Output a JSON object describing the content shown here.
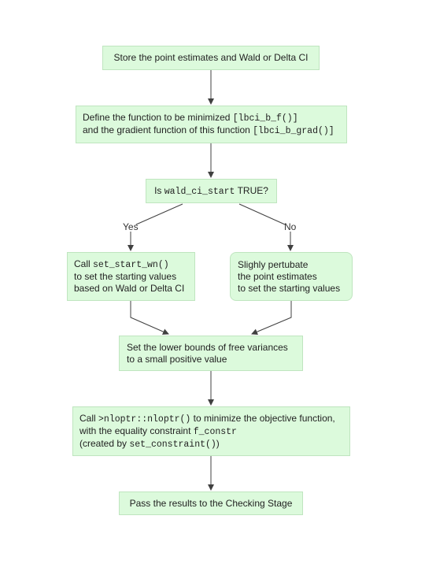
{
  "nodes": {
    "store": {
      "line1": "Store the point estimates and Wald or Delta CI"
    },
    "define": {
      "line1_prefix": "Define the function to be minimized ",
      "line1_code": "[lbci_b_f()]",
      "line2_prefix": "and the gradient function of this function ",
      "line2_code": "[lbci_b_grad()]"
    },
    "decision": {
      "prefix": "Is ",
      "code": "wald_ci_start",
      "suffix": " TRUE?"
    },
    "yes_box": {
      "line1_prefix": "Call ",
      "line1_code": "set_start_wn()",
      "line2": "to set the starting values",
      "line3": "based on Wald or Delta CI"
    },
    "no_box": {
      "line1": "Slighly pertubate",
      "line2": "the point estimates",
      "line3": "to set the starting values"
    },
    "bounds": {
      "line1": "Set the lower bounds of free variances",
      "line2": "to a small positive value"
    },
    "nloptr": {
      "line1_prefix": "Call ",
      "line1_code": ">nloptr::nloptr()",
      "line1_suffix": " to minimize the objective function,",
      "line2_prefix": "with the equality constraint ",
      "line2_code": "f_constr",
      "line3_prefix": "(created by ",
      "line3_code": "set_constraint()",
      "line3_suffix": ")"
    },
    "pass": {
      "line1": "Pass the results to the Checking Stage"
    }
  },
  "edge_labels": {
    "yes": "Yes",
    "no": "No"
  },
  "colors": {
    "node_fill": "#dcfadc",
    "node_border": "#bfe5bf",
    "edge": "#404040"
  }
}
